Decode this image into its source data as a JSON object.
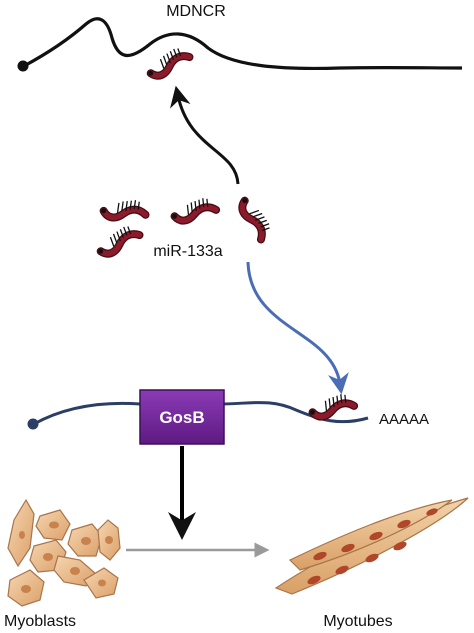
{
  "labels": {
    "top_rna": "MDNCR",
    "mirna": "miR-133a",
    "gene": "GosB",
    "polya": "AAAAA",
    "cells_left": "Myoblasts",
    "cells_right": "Myotubes"
  },
  "colors": {
    "lncrna_strand": "#111111",
    "mrna_strand": "#2b3f66",
    "mirna_body": "#8b1a2b",
    "mirna_outline": "#4a0a14",
    "pathway_arrow_sponge": "#111111",
    "pathway_arrow_target": "#4a6db5",
    "gene_box": "#6a1f91",
    "gene_box_border": "#3e0f57",
    "differentiation_arrow": "#9a9a9a",
    "effect_arrow": "#000000",
    "cell_fill": "#e8b98a",
    "cell_stroke": "#a8744a",
    "nucleus": "#c8824e",
    "myotube_nucleus": "#b0462a"
  }
}
